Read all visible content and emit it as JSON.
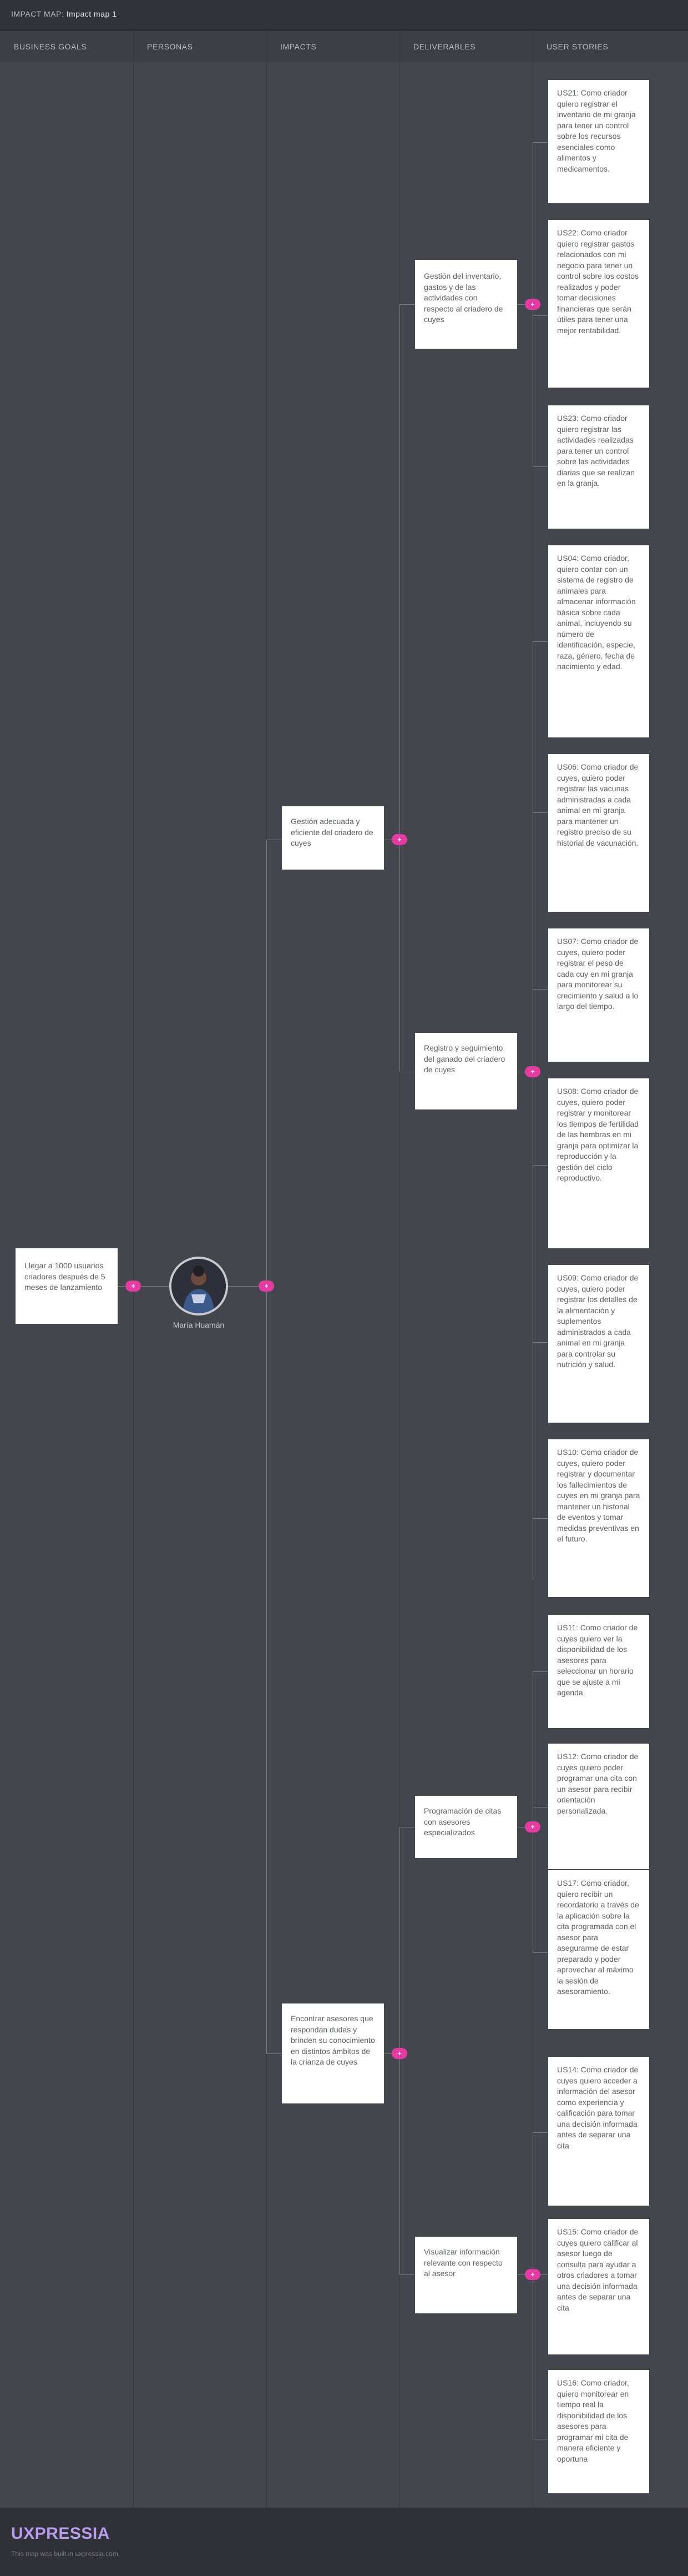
{
  "header": {
    "app_label": "IMPACT MAP:",
    "map_title": "Impact map 1"
  },
  "columns": [
    "BUSINESS GOALS",
    "PERSONAS",
    "IMPACTS",
    "DELIVERABLES",
    "USER STORIES"
  ],
  "goal": {
    "text": "Llegar a 1000 usuarios criadores después de 5 meses de lanzamiento"
  },
  "persona": {
    "name": "María Huamán"
  },
  "node_symbol": "+",
  "impacts": [
    {
      "text": "Gestión adecuada y eficiente del criadero de cuyes"
    },
    {
      "text": "Encontrar asesores que respondan dudas y brinden su conocimiento en distintos ámbitos de la crianza de cuyes"
    }
  ],
  "deliverables": [
    {
      "text": "Gestión del inventario, gastos y de las actividades con respecto al criadero de cuyes"
    },
    {
      "text": "Registro y seguimiento del ganado del criadero de cuyes"
    },
    {
      "text": "Programación de citas con asesores especializados"
    },
    {
      "text": "Visualizar información relevante con respecto al asesor"
    }
  ],
  "user_stories": [
    {
      "text": "US21: Como criador quiero registrar el inventario de mi granja para tener un control sobre los recursos esenciales como alimentos y medicamentos."
    },
    {
      "text": "US22: Como criador quiero registrar gastos relacionados con mi negocio para tener un control sobre los costos realizados y poder tomar decisiones financieras que serán útiles para tener una mejor rentabilidad."
    },
    {
      "text": "US23: Como criador quiero registrar las actividades realizadas para tener un control sobre las actividades diarias que se realizan en la granja."
    },
    {
      "text": "US04: Como criador, quiero contar con un sistema de registro de animales para almacenar información básica sobre cada animal, incluyendo su número de identificación, especie, raza, género, fecha de nacimiento y edad."
    },
    {
      "text": "US06: Como criador de cuyes, quiero poder registrar las vacunas administradas a cada animal en mi granja para mantener un registro preciso de su historial de vacunación."
    },
    {
      "text": "US07: Como criador de cuyes, quiero poder registrar el peso de cada cuy en mi granja para monitorear su crecimiento y salud a lo largo del tiempo."
    },
    {
      "text": "US08: Como criador de cuyes, quiero poder registrar y monitorear los tiempos de fertilidad de las hembras en mi granja para optimizar la reproducción y la gestión del ciclo reproductivo."
    },
    {
      "text": "US09: Como criador de cuyes, quiero poder registrar los detalles de la alimentación y suplementos administrados a cada animal en mi granja para controlar su nutrición y salud."
    },
    {
      "text": "US10: Como criador de cuyes, quiero poder registrar y documentar los fallecimientos de cuyes en mi granja para mantener un historial de eventos y tomar medidas preventivas en el futuro."
    },
    {
      "text": "US11: Como criador de cuyes quiero ver la disponibilidad de los asesores para seleccionar un horario que se ajuste a mi agenda."
    },
    {
      "text": "US12: Como criador de cuyes quiero poder programar una cita con un asesor para recibir orientación personalizada."
    },
    {
      "text": "US17: Como criador, quiero recibir un recordatorio a través de la aplicación sobre la cita programada con el asesor para asegurarme de estar preparado y poder aprovechar al máximo la sesión de asesoramiento."
    },
    {
      "text": "US14: Como criador de cuyes quiero acceder a información del asesor como experiencia y calificación para tomar una decisión informada antes de separar una cita"
    },
    {
      "text": "US15: Como criador de cuyes quiero calificar al asesor luego de consulta para ayudar a otros criadores a tomar una decisión informada antes de separar una cita"
    },
    {
      "text": "US16: Como criador, quiero monitorear en tiempo real la disponibilidad de los asesores para programar mi cita de manera eficiente y oportuna"
    }
  ],
  "footer": {
    "brand": "UXPRESSIA",
    "tagline": "This map was built in uxpressia.com"
  }
}
